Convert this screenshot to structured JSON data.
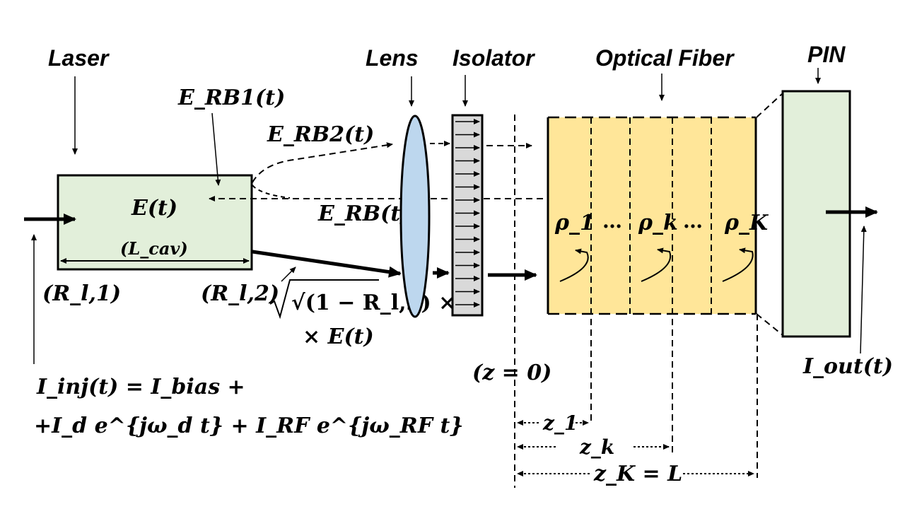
{
  "labels": {
    "laser": "Laser",
    "lens": "Lens",
    "isolator": "Isolator",
    "optical_fiber": "Optical Fiber",
    "pin": "PIN"
  },
  "equations": {
    "e_field": "E(t)",
    "e_rb1": "E_RB1(t)",
    "e_rb2": "E_RB2(t)",
    "e_rb": "E_RB(t)",
    "l_cav": "(L_cav)",
    "r_l1": "(R_l,1)",
    "r_l2": "(R_l,2)",
    "transmit_line1": "√(1 − R_l,2) ×",
    "transmit_line2": "× E(t)",
    "i_inj_line1": "I_inj(t) = I_bias +",
    "i_inj_line2": "+I_d e^{jω_d t} + I_RF e^{jω_RF t}",
    "z_zero": "(z = 0)",
    "z1": "z_1",
    "zk": "z_k",
    "zK": "z_K = L",
    "rho1": "ρ_1",
    "rhok": "ρ_k",
    "rhoK": "ρ_K",
    "ellipsis": "…",
    "i_out": "I_out(t)"
  },
  "colors": {
    "laser_fill": "#e2efda",
    "pin_fill": "#e2efda",
    "fiber_fill": "#ffe699",
    "lens_fill": "#bdd7ee",
    "isolator_fill": "#d9d9d9",
    "stroke": "#000000"
  }
}
